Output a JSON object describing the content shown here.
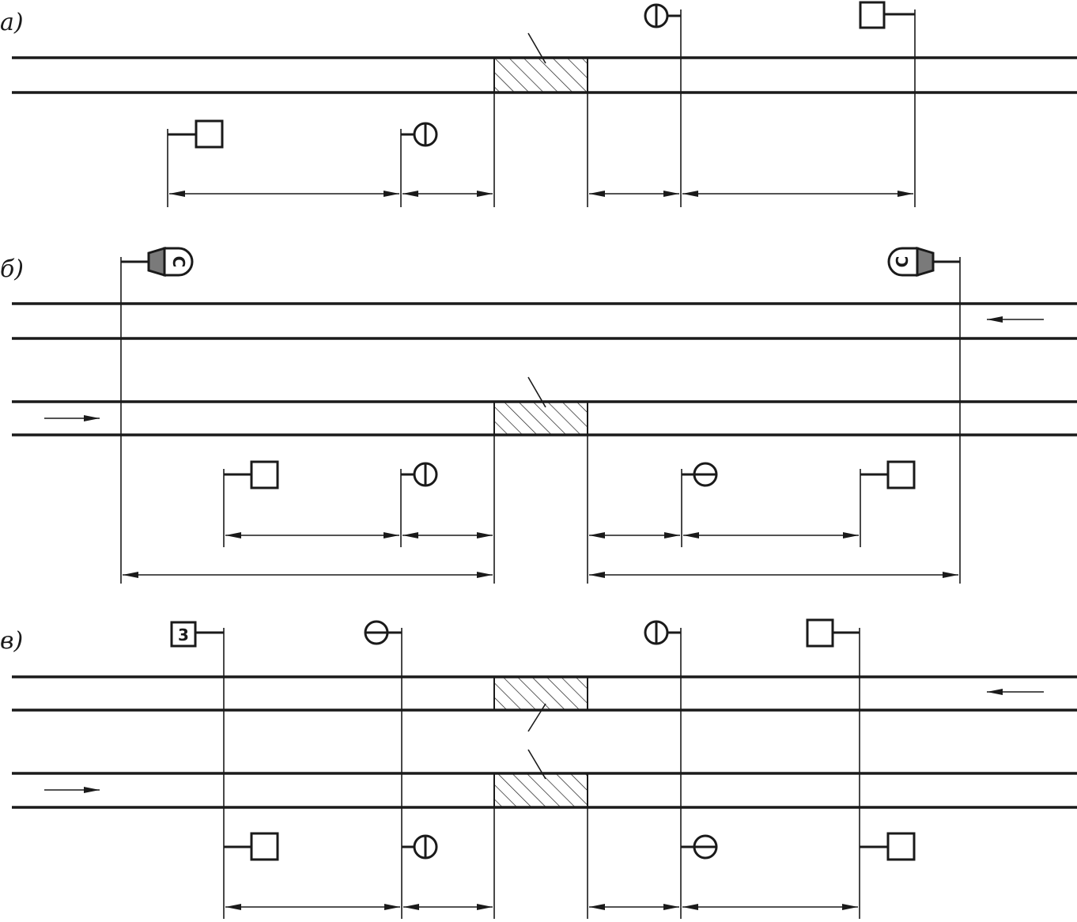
{
  "panels": [
    {
      "id": "a",
      "label": "а)"
    },
    {
      "id": "b",
      "label": "б)"
    },
    {
      "id": "v",
      "label": "в)"
    }
  ],
  "symbols": {
    "square_sign": "square-sign-icon",
    "circle_vertical_bar": "circle-vertical-bar-sign-icon",
    "circle_horizontal_bar": "circle-horizontal-bar-sign-icon",
    "signal_head_letter": "С",
    "numbered_sign_digit": "3"
  },
  "colors": {
    "line": "#1a1a1a",
    "signal_fill": "#7a7a7a",
    "background": "#ffffff"
  }
}
